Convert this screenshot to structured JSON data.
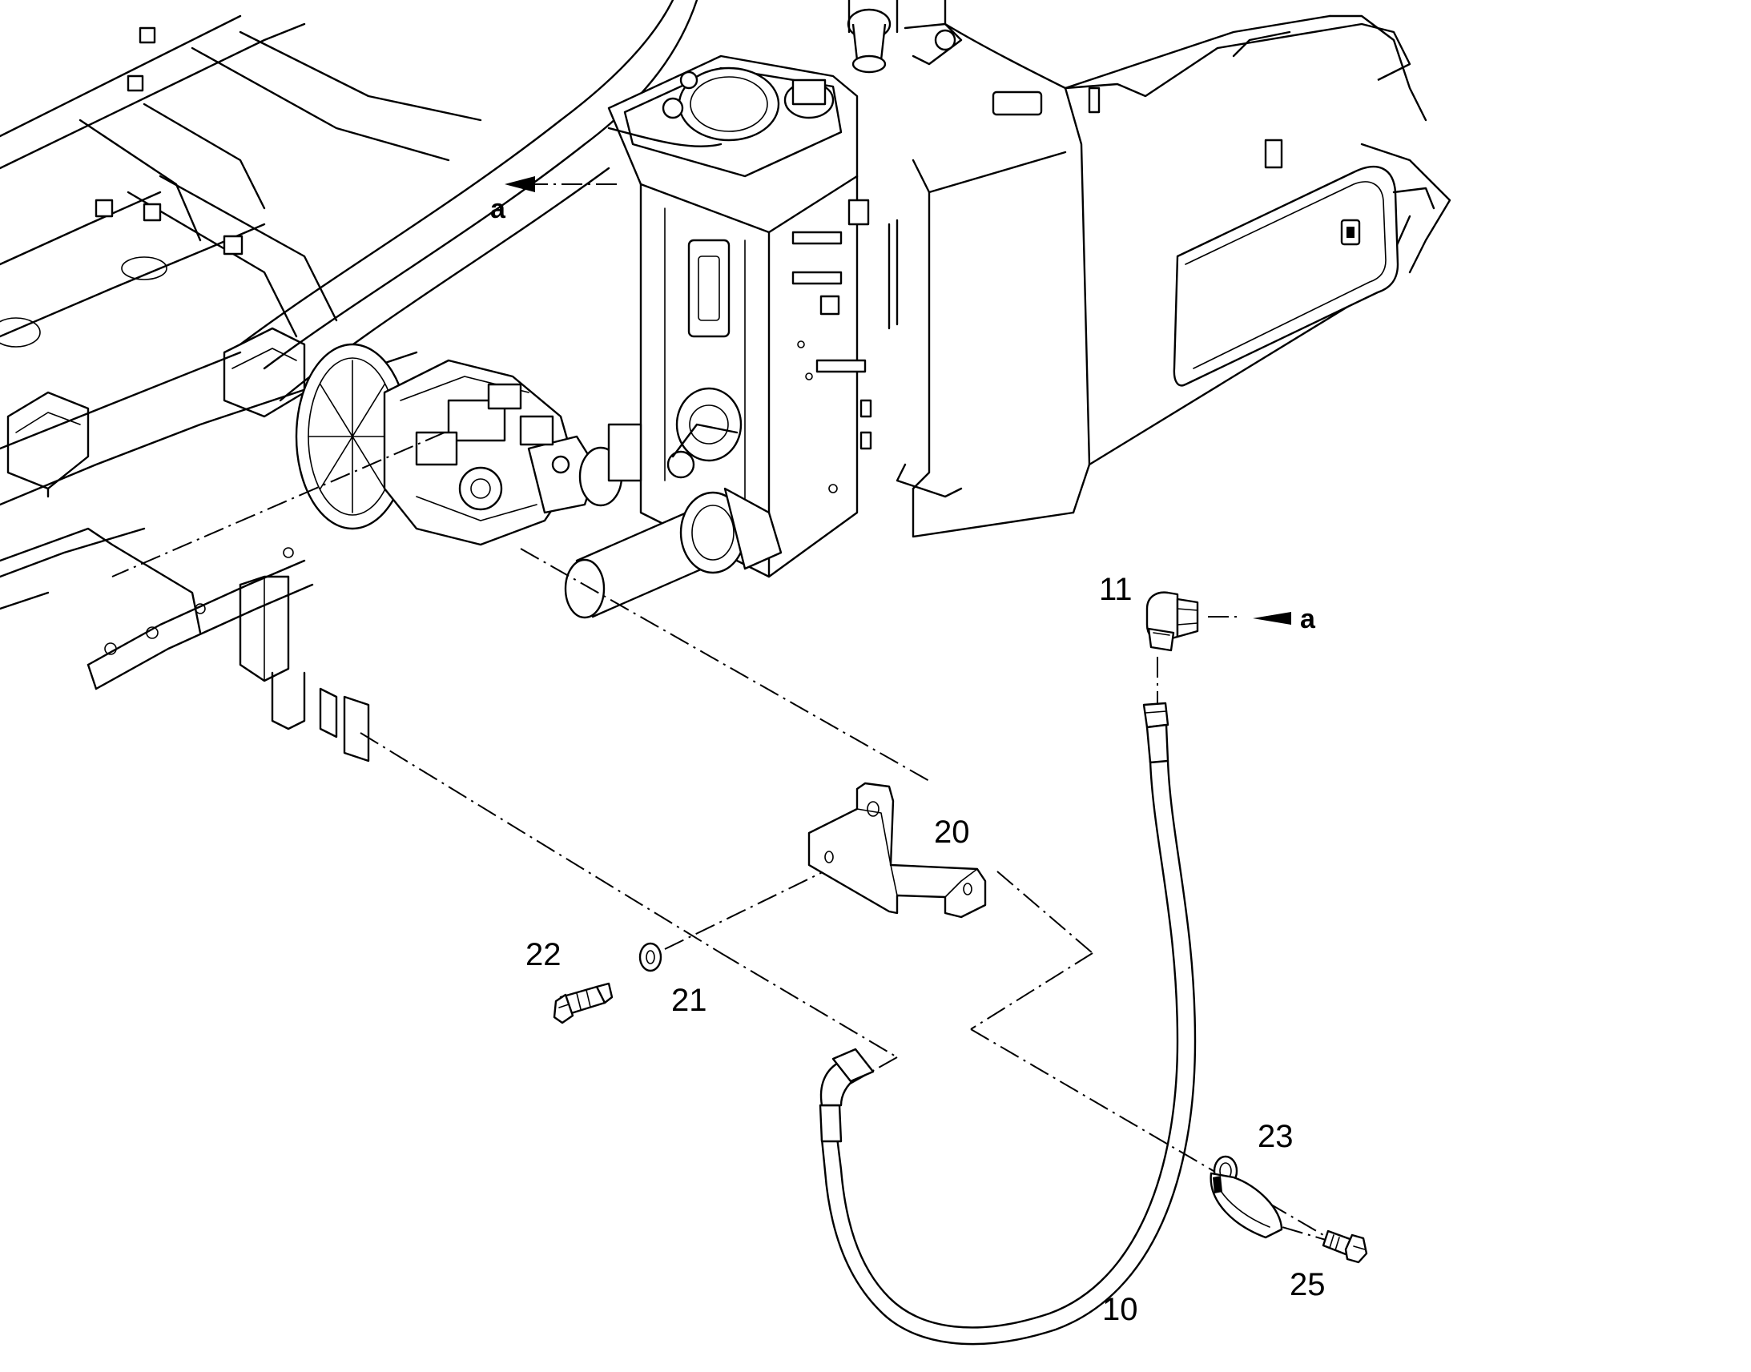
{
  "diagram": {
    "reference_marker": "a",
    "callouts": {
      "hose": "10",
      "elbow": "11",
      "bracket": "20",
      "washer": "21",
      "bolt": "22",
      "clamp": "23",
      "clamp_bolt": "25"
    }
  }
}
